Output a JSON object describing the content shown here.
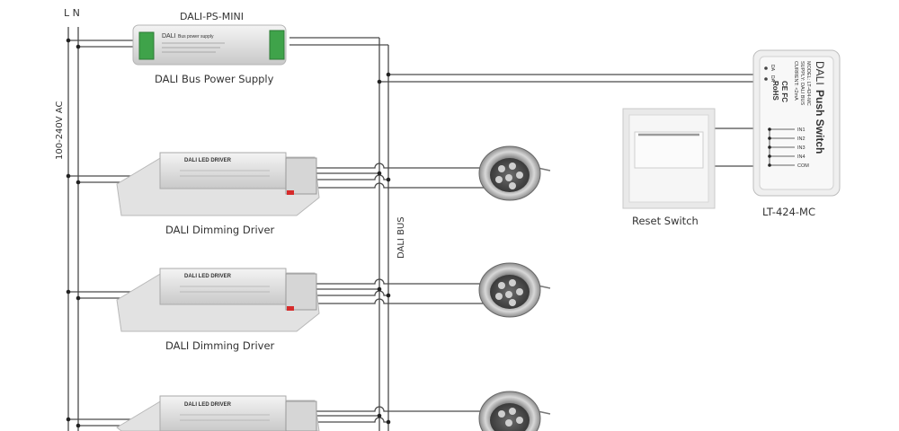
{
  "labels": {
    "ln": "L N",
    "voltage": "100-240V AC",
    "dali_bus": "DALI BUS",
    "ps_model": "DALI-PS-MINI",
    "ps_caption": "DALI Bus Power Supply",
    "driver_caption_1": "DALI Dimming Driver",
    "driver_caption_2": "DALI Dimming Driver",
    "reset_caption": "Reset Switch",
    "switch_caption": "LT-424-MC"
  },
  "devices": {
    "driver_top_text": "DALI LED DRIVER",
    "switch_brand": "DALI",
    "switch_title": "Push Switch",
    "switch_model_line": "MODEL: LT-424-MC",
    "switch_supply_line": "SUPPLY: DALI BUS",
    "switch_current_line": "CURRENT: <2mA",
    "switch_inputs": [
      "IN1",
      "IN2",
      "IN3",
      "IN4",
      "COM"
    ],
    "switch_bus_pins": [
      "DA",
      "DA"
    ],
    "switch_cert_ce": "CE FC",
    "switch_cert_rohs": "RoHS",
    "ps_brand": "DALI",
    "ps_sub": "Bus power supply"
  }
}
